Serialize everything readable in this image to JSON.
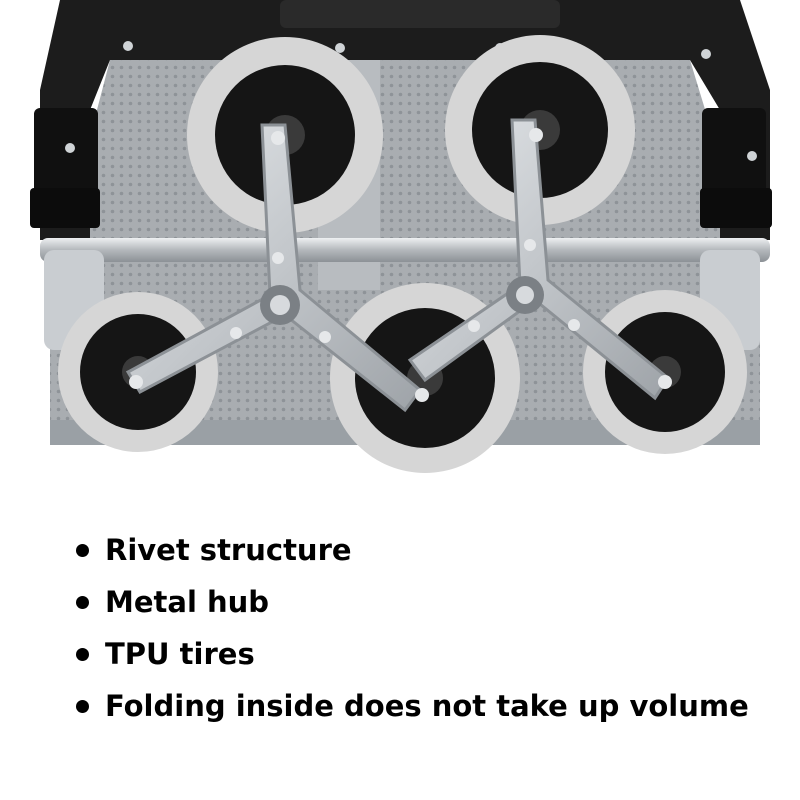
{
  "features": [
    "Rivet structure",
    "Metal hub",
    "TPU tires",
    "Folding inside does not take up volume"
  ],
  "colors": {
    "background": "#ffffff",
    "text": "#000000",
    "frame": "#1c1c1c",
    "plate": "#a9adb1",
    "tire": "#d6d6d6",
    "hub": "#151515",
    "bracket": "#c8ccd0"
  }
}
